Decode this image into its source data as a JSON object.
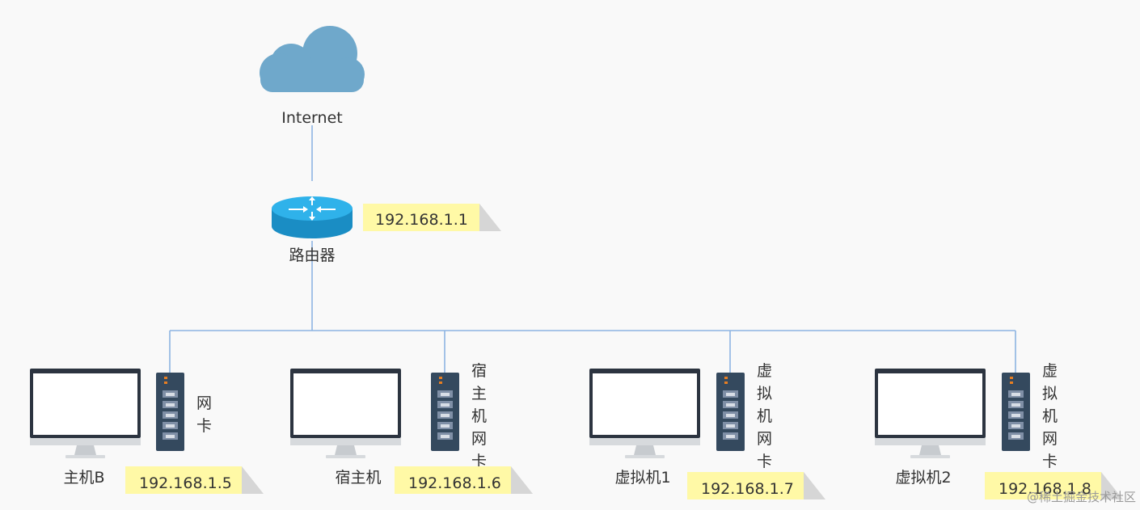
{
  "colors": {
    "background": "#f9f9f9",
    "line": "#8db4e2",
    "cloud": "#6fa8cb",
    "router_top": "#2fb2ea",
    "router_side": "#1a8dc4",
    "monitor_frame": "#2c3440",
    "monitor_stand": "#d7dadd",
    "nic_body": "#34495e",
    "nic_led": "#e67e22",
    "note_fill": "#fff9a6",
    "note_corner": "#d6d6d6"
  },
  "internet": {
    "label": "Internet",
    "icon": "cloud-icon"
  },
  "router": {
    "label": "路由器",
    "ip": "192.168.1.1",
    "icon": "router-icon"
  },
  "nodes": [
    {
      "id": "host-b",
      "label": "主机B",
      "nic_label": [
        "网",
        "卡"
      ],
      "ip": "192.168.1.5"
    },
    {
      "id": "host-main",
      "label": "宿主机",
      "nic_label": [
        "宿",
        "主",
        "机",
        "网",
        "卡"
      ],
      "ip": "192.168.1.6"
    },
    {
      "id": "vm1",
      "label": "虚拟机1",
      "nic_label": [
        "虚",
        "拟",
        "机",
        "网",
        "卡"
      ],
      "ip": "192.168.1.7"
    },
    {
      "id": "vm2",
      "label": "虚拟机2",
      "nic_label": [
        "虚",
        "拟",
        "机",
        "网",
        "卡"
      ],
      "ip": "192.168.1.8"
    }
  ],
  "watermark": "@稀土掘金技术社区"
}
